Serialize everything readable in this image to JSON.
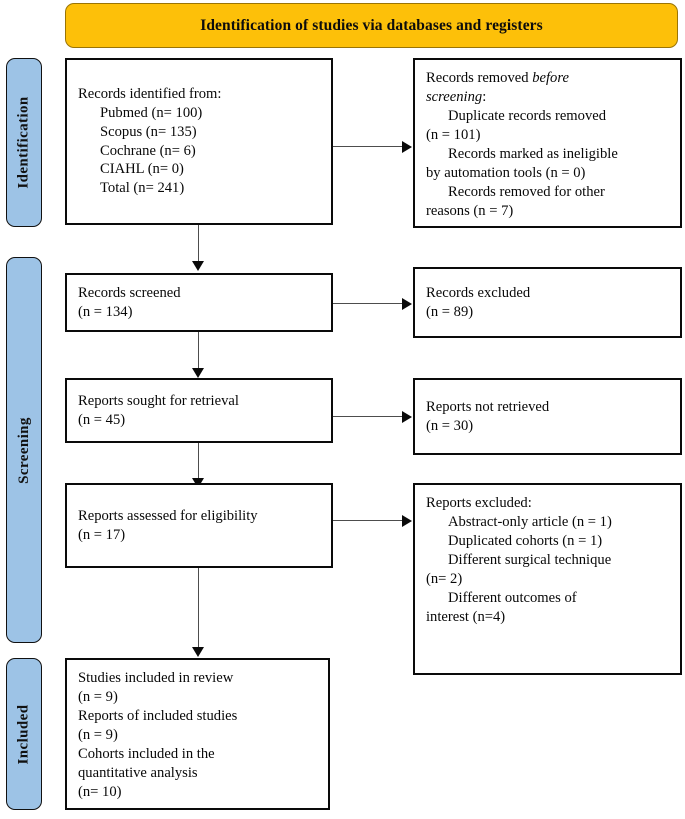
{
  "diagram": {
    "type": "prisma-flow-diagram",
    "banner": {
      "title": "Identification of studies via databases and registers",
      "color": "#FDC009"
    },
    "phases": [
      {
        "name": "identification",
        "label": "Identification",
        "color": "#9DC3E6"
      },
      {
        "name": "screening",
        "label": "Screening",
        "color": "#9DC3E6"
      },
      {
        "name": "included",
        "label": "Included",
        "color": "#9DC3E6"
      }
    ],
    "boxes": {
      "records_identified": {
        "name": "records-identified-box",
        "lines": [
          {
            "text": "Records identified from:",
            "indent": false
          },
          {
            "text": "Pubmed (n= 100)",
            "indent": true
          },
          {
            "text": "Scopus (n= 135)",
            "indent": true
          },
          {
            "text": "Cochrane (n= 6)",
            "indent": true
          },
          {
            "text": "CIAHL (n= 0)",
            "indent": true
          },
          {
            "text": "Total (n= 241)",
            "indent": true
          }
        ]
      },
      "records_removed": {
        "name": "records-removed-box",
        "lines": [
          {
            "text": "Records removed ",
            "italic_tail": "before",
            "indent": false
          },
          {
            "text": "",
            "italic_lead": "screening",
            "tail": ":",
            "indent": false
          },
          {
            "text": "Duplicate records removed",
            "indent": true
          },
          {
            "text": "(n = 101)",
            "indent": false
          },
          {
            "text": "Records marked as ineligible",
            "indent": true
          },
          {
            "text": "by automation tools (n = 0)",
            "indent": false
          },
          {
            "text": "Records removed for other",
            "indent": true
          },
          {
            "text": "reasons (n = 7)",
            "indent": false
          }
        ]
      },
      "records_screened": {
        "name": "records-screened-box",
        "lines": [
          {
            "text": "Records screened",
            "indent": false
          },
          {
            "text": "(n = 134)",
            "indent": false
          }
        ]
      },
      "records_excluded": {
        "name": "records-excluded-box",
        "lines": [
          {
            "text": "Records excluded",
            "indent": false
          },
          {
            "text": "(n = 89)",
            "indent": false
          }
        ]
      },
      "reports_sought": {
        "name": "reports-sought-box",
        "lines": [
          {
            "text": "Reports sought for retrieval",
            "indent": false
          },
          {
            "text": "(n = 45)",
            "indent": false
          }
        ]
      },
      "reports_not_retrieved": {
        "name": "reports-not-retrieved-box",
        "lines": [
          {
            "text": "Reports not retrieved",
            "indent": false
          },
          {
            "text": "(n = 30)",
            "indent": false
          }
        ]
      },
      "reports_assessed": {
        "name": "reports-assessed-box",
        "lines": [
          {
            "text": "Reports assessed for eligibility",
            "indent": false
          },
          {
            "text": "(n = 17)",
            "indent": false
          }
        ]
      },
      "reports_excluded": {
        "name": "reports-excluded-box",
        "lines": [
          {
            "text": "Reports excluded:",
            "indent": false
          },
          {
            "text": "Abstract-only article (n = 1)",
            "indent": true
          },
          {
            "text": "Duplicated cohorts (n = 1)",
            "indent": true
          },
          {
            "text": "Different surgical technique",
            "indent": true
          },
          {
            "text": "(n= 2)",
            "indent": false
          },
          {
            "text": "Different outcomes of",
            "indent": true
          },
          {
            "text": "interest (n=4)",
            "indent": false
          }
        ]
      },
      "studies_included": {
        "name": "studies-included-box",
        "lines": [
          {
            "text": "Studies included in review",
            "indent": false
          },
          {
            "text": "(n = 9)",
            "indent": false
          },
          {
            "text": "Reports of included studies",
            "indent": false
          },
          {
            "text": "(n = 9)",
            "indent": false
          },
          {
            "text": "Cohorts included in the",
            "indent": false
          },
          {
            "text": "quantitative analysis",
            "indent": false
          },
          {
            "text": "(n= 10)",
            "indent": false
          }
        ]
      }
    }
  },
  "chart_data": {
    "type": "diagram",
    "title": "Identification of studies via databases and registers",
    "nodes": [
      {
        "id": "records_identified",
        "phase": "Identification",
        "column": "left",
        "label": "Records identified from",
        "sources": [
          {
            "name": "Pubmed",
            "n": 100
          },
          {
            "name": "Scopus",
            "n": 135
          },
          {
            "name": "Cochrane",
            "n": 6
          },
          {
            "name": "CIAHL",
            "n": 0
          }
        ],
        "total": 241
      },
      {
        "id": "records_removed",
        "phase": "Identification",
        "column": "right",
        "label": "Records removed before screening",
        "items": [
          {
            "name": "Duplicate records removed",
            "n": 101
          },
          {
            "name": "Records marked as ineligible by automation tools",
            "n": 0
          },
          {
            "name": "Records removed for other reasons",
            "n": 7
          }
        ]
      },
      {
        "id": "records_screened",
        "phase": "Screening",
        "column": "left",
        "label": "Records screened",
        "n": 134
      },
      {
        "id": "records_excluded",
        "phase": "Screening",
        "column": "right",
        "label": "Records excluded",
        "n": 89
      },
      {
        "id": "reports_sought",
        "phase": "Screening",
        "column": "left",
        "label": "Reports sought for retrieval",
        "n": 45
      },
      {
        "id": "reports_not_retrieved",
        "phase": "Screening",
        "column": "right",
        "label": "Reports not retrieved",
        "n": 30
      },
      {
        "id": "reports_assessed",
        "phase": "Screening",
        "column": "left",
        "label": "Reports assessed for eligibility",
        "n": 17
      },
      {
        "id": "reports_excluded",
        "phase": "Screening",
        "column": "right",
        "label": "Reports excluded",
        "items": [
          {
            "name": "Abstract-only article",
            "n": 1
          },
          {
            "name": "Duplicated cohorts",
            "n": 1
          },
          {
            "name": "Different surgical technique",
            "n": 2
          },
          {
            "name": "Different outcomes of interest",
            "n": 4
          }
        ]
      },
      {
        "id": "studies_included",
        "phase": "Included",
        "column": "left",
        "label": "Studies included in review",
        "items": [
          {
            "name": "Studies included in review",
            "n": 9
          },
          {
            "name": "Reports of included studies",
            "n": 9
          },
          {
            "name": "Cohorts included in the quantitative analysis",
            "n": 10
          }
        ]
      }
    ],
    "edges": [
      {
        "from": "records_identified",
        "to": "records_removed",
        "direction": "right"
      },
      {
        "from": "records_identified",
        "to": "records_screened",
        "direction": "down"
      },
      {
        "from": "records_screened",
        "to": "records_excluded",
        "direction": "right"
      },
      {
        "from": "records_screened",
        "to": "reports_sought",
        "direction": "down"
      },
      {
        "from": "reports_sought",
        "to": "reports_not_retrieved",
        "direction": "right"
      },
      {
        "from": "reports_sought",
        "to": "reports_assessed",
        "direction": "down"
      },
      {
        "from": "reports_assessed",
        "to": "reports_excluded",
        "direction": "right"
      },
      {
        "from": "reports_assessed",
        "to": "studies_included",
        "direction": "down"
      }
    ]
  }
}
